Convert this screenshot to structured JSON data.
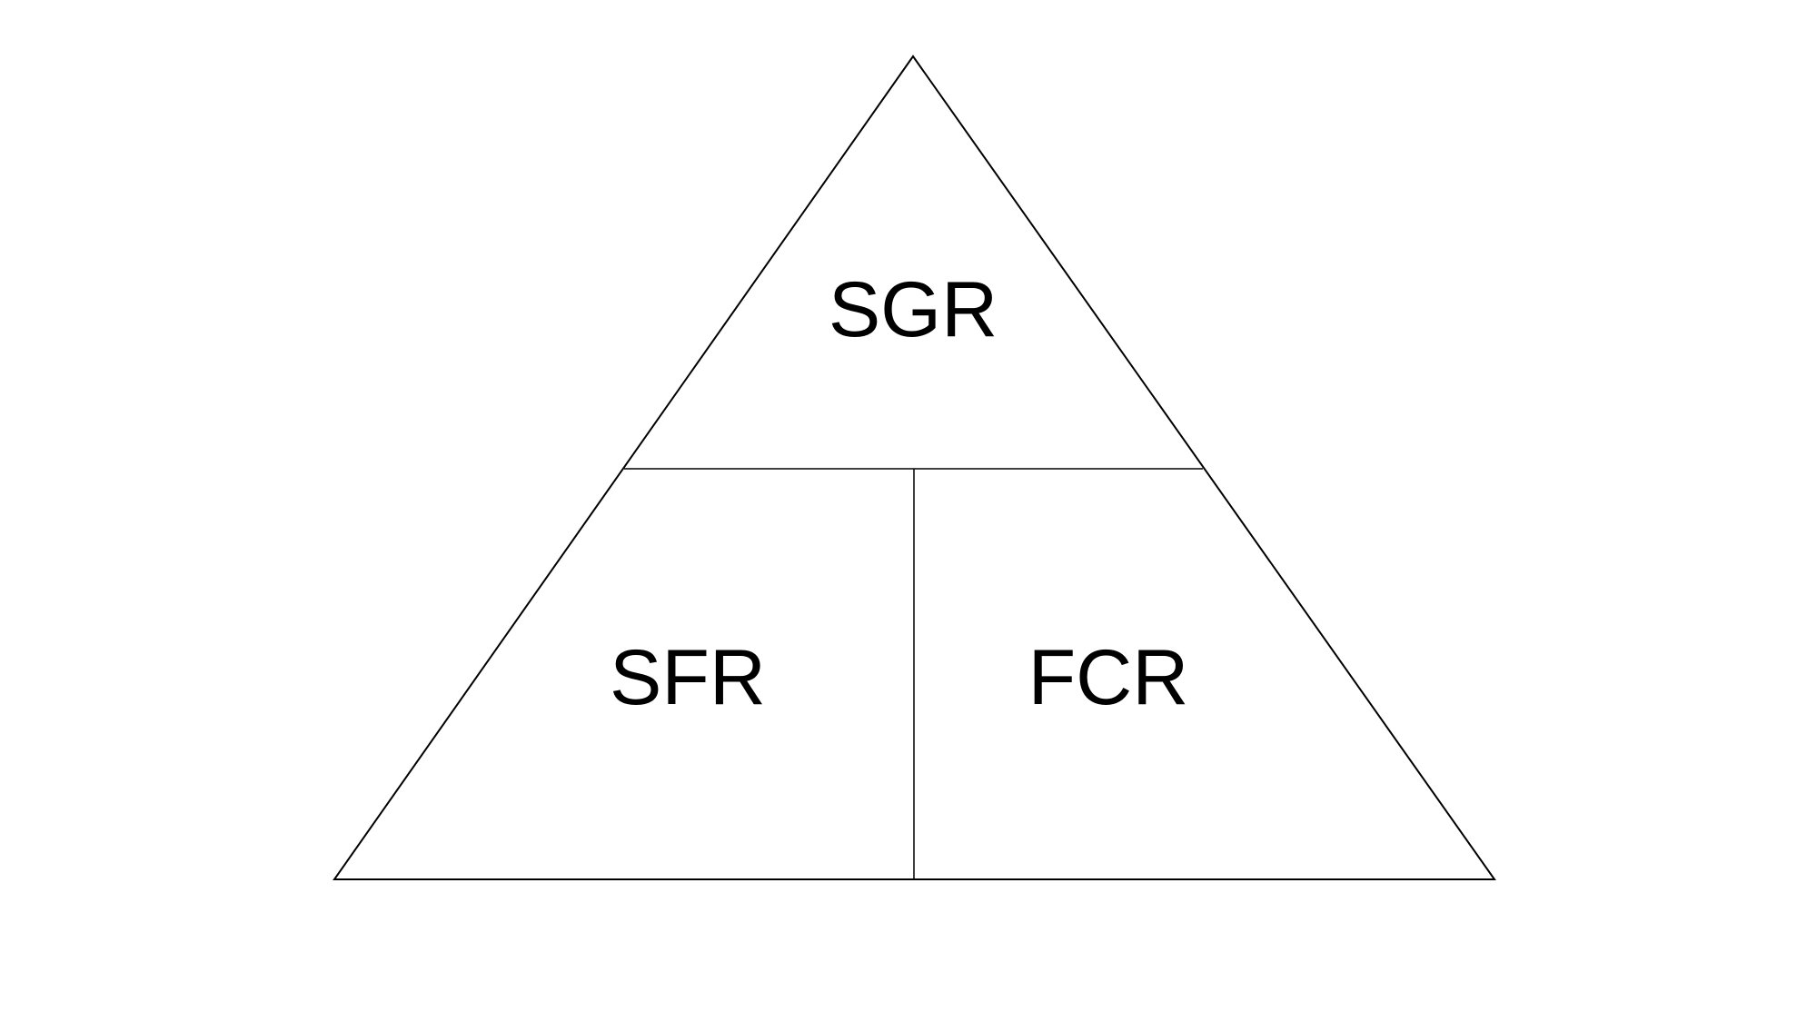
{
  "diagram": {
    "sections": {
      "top": {
        "label": "SGR"
      },
      "bottom_left": {
        "label": "SFR"
      },
      "bottom_right": {
        "label": "FCR"
      }
    },
    "colors": {
      "line": "#000000",
      "text": "#000000",
      "background": "#ffffff"
    }
  }
}
